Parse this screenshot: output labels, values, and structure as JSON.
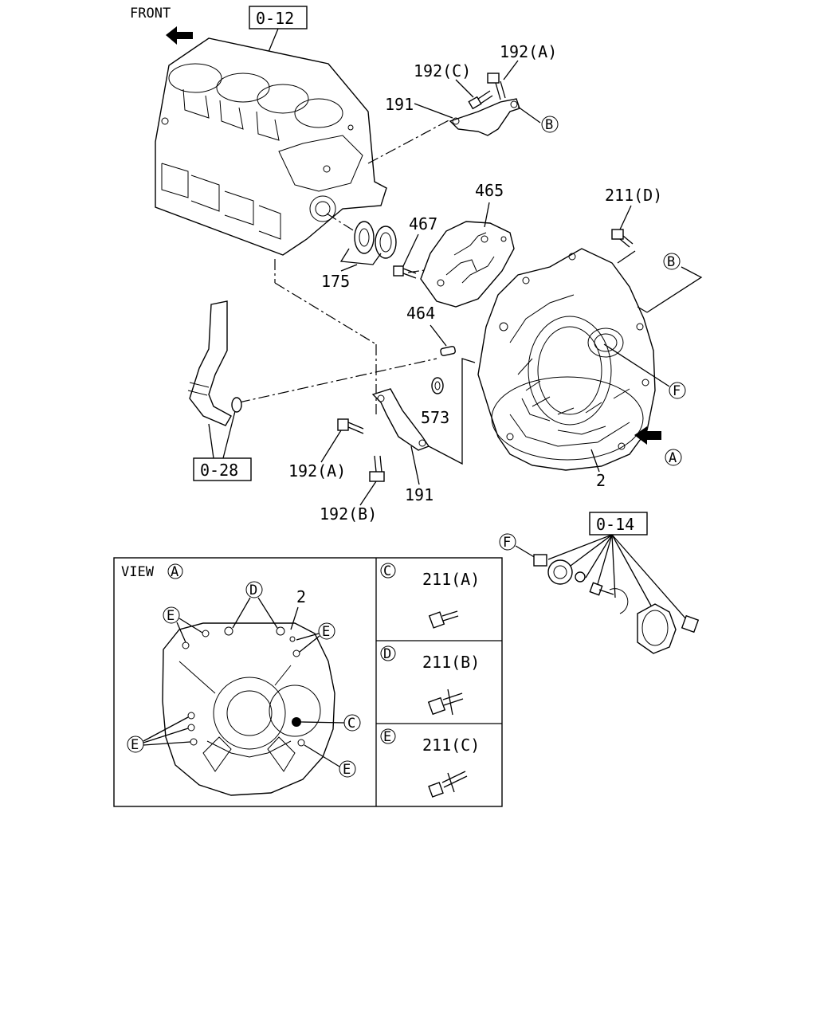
{
  "header": {
    "front_label": "FRONT"
  },
  "refs": {
    "block": "0-12",
    "hose": "0-28",
    "pump": "0-14"
  },
  "callouts": {
    "bolt_192a_top": "192(A)",
    "bolt_192c": "192(C)",
    "bracket_191_top": "191",
    "part_465": "465",
    "bolt_211d": "211(D)",
    "part_467": "467",
    "seal_175": "175",
    "pin_464": "464",
    "ring_573": "573",
    "bolt_192a_low": "192(A)",
    "bracket_191_low": "191",
    "bolt_192b": "192(B)",
    "housing_2": "2"
  },
  "markers": {
    "a": "A",
    "b": "B",
    "c": "C",
    "d": "D",
    "e": "E",
    "f": "F"
  },
  "view_panel": {
    "title": "VIEW",
    "title_marker": "A",
    "housing_label": "2"
  },
  "legend": [
    {
      "marker": "C",
      "part": "211(A)"
    },
    {
      "marker": "D",
      "part": "211(B)"
    },
    {
      "marker": "E",
      "part": "211(C)"
    }
  ]
}
